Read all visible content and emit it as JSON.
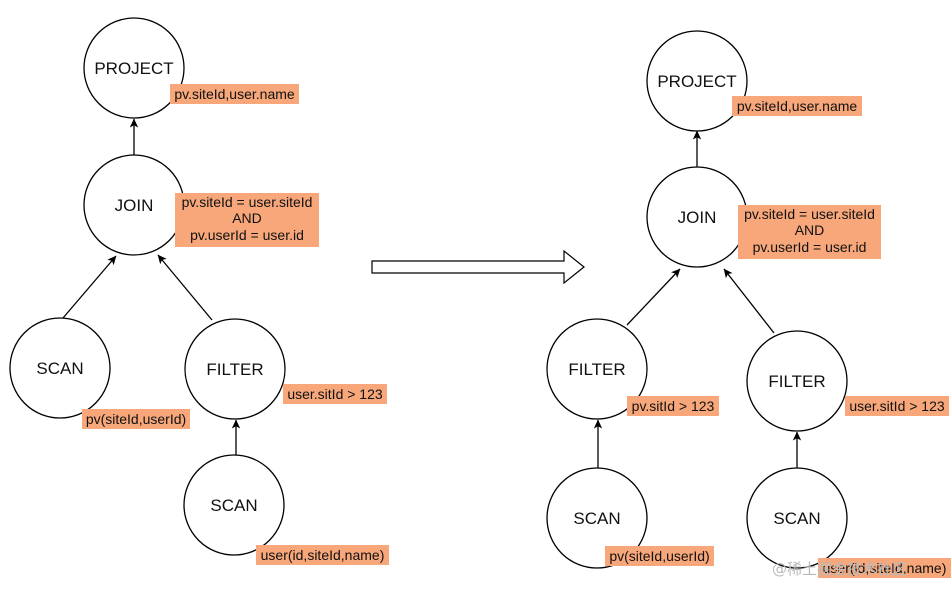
{
  "colors": {
    "annotation_fill": "#f7a77a",
    "stroke": "#000000",
    "watermark": "#b9b9b9"
  },
  "left_tree": {
    "project": {
      "label": "PROJECT",
      "annotation": "pv.siteId,user.name"
    },
    "join": {
      "label": "JOIN",
      "annotation": [
        "pv.siteId = user.siteId",
        "AND",
        "pv.userId = user.id"
      ]
    },
    "scan_pv": {
      "label": "SCAN",
      "annotation": "pv(siteId,userId)"
    },
    "filter_user": {
      "label": "FILTER",
      "annotation": "user.sitId > 123"
    },
    "scan_user": {
      "label": "SCAN",
      "annotation": "user(id,siteId,name)"
    }
  },
  "right_tree": {
    "project": {
      "label": "PROJECT",
      "annotation": "pv.siteId,user.name"
    },
    "join": {
      "label": "JOIN",
      "annotation": [
        "pv.siteId = user.siteId",
        "AND",
        "pv.userId = user.id"
      ]
    },
    "filter_pv": {
      "label": "FILTER",
      "annotation": "pv.sitId > 123"
    },
    "filter_user": {
      "label": "FILTER",
      "annotation": "user.sitId > 123"
    },
    "scan_pv": {
      "label": "SCAN",
      "annotation": "pv(siteId,userId)"
    },
    "scan_user": {
      "label": "SCAN",
      "annotation": "user(id,siteId,name)"
    }
  },
  "transform_arrow": {
    "direction": "right"
  },
  "watermark": {
    "text": "@稀土掘金技术社区"
  }
}
